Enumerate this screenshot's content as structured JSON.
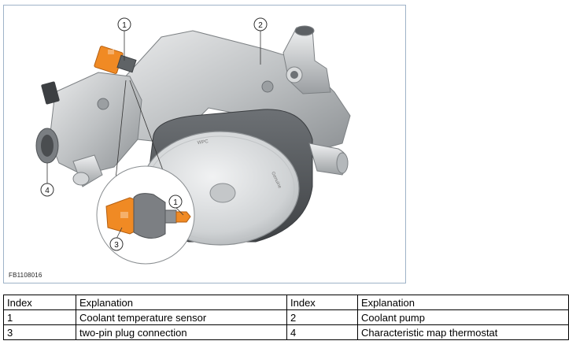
{
  "figure": {
    "id_label": "FB1108016",
    "callouts": [
      "1",
      "2",
      "3",
      "4"
    ],
    "inset_callouts": [
      "1",
      "3"
    ],
    "housing_marks": [
      "WPC",
      "Genuine"
    ]
  },
  "legend": {
    "header": [
      "Index",
      "Explanation",
      "Index",
      "Explanation"
    ],
    "rows": [
      [
        "1",
        "Coolant temperature sensor",
        "2",
        "Coolant pump"
      ],
      [
        "3",
        "two-pin plug connection",
        "4",
        "Characteristic map thermostat"
      ]
    ]
  },
  "colors": {
    "frame": "#9fb3c8",
    "sensor": "#f08a24",
    "metal": "#b9bcbf"
  }
}
